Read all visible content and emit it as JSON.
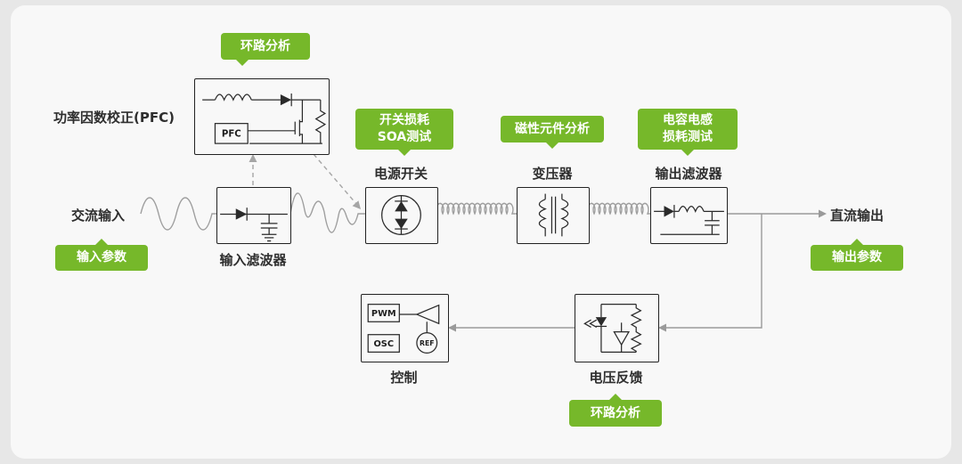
{
  "colors": {
    "accent_green": "#76b82a",
    "badge_text": "#ffffff",
    "wire_gray": "#9a9a9a",
    "block_border": "#222222",
    "label_text": "#2e2e2e",
    "background": "#f8f8f8"
  },
  "io": {
    "ac_input": "交流输入",
    "dc_output": "直流输出"
  },
  "blocks": {
    "pfc_label": "功率因数校正(PFC)",
    "input_filter": "输入滤波器",
    "power_switch": "电源开关",
    "transformer": "变压器",
    "output_filter": "输出滤波器",
    "control": "控制",
    "voltage_feedback": "电压反馈"
  },
  "badges": {
    "loop_analysis_top": {
      "label": "环路分析"
    },
    "switching_loss": {
      "line1": "开关损耗",
      "line2": "SOA测试"
    },
    "magnetic_analysis": {
      "label": "磁性元件分析"
    },
    "cap_ind_loss": {
      "line1": "电容电感",
      "line2": "损耗测试"
    },
    "input_params": {
      "label": "输入参数"
    },
    "output_params": {
      "label": "输出参数"
    },
    "loop_analysis_bottom": {
      "label": "环路分析"
    }
  },
  "schematic_text": {
    "pfc": "PFC",
    "pwm": "PWM",
    "osc": "OSC",
    "ref": "REF"
  }
}
